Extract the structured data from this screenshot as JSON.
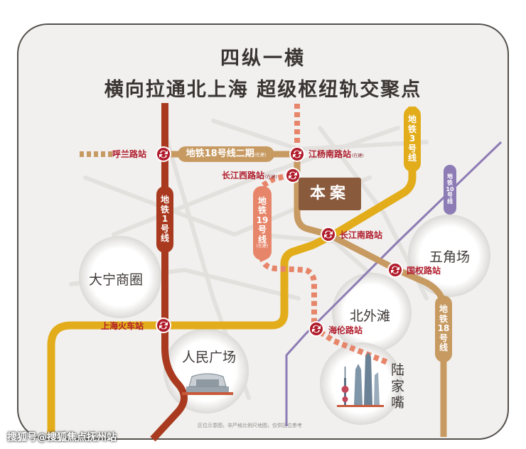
{
  "title": {
    "line1": "四纵一横",
    "line2": "横向拉通北上海  超级枢纽轨交聚点"
  },
  "lines": {
    "line18_phase2": "地铁18号线二期",
    "line18_phase2_note": "(在建)",
    "line3": [
      "地",
      "铁",
      "3",
      "号",
      "线"
    ],
    "line10": [
      "地",
      "铁",
      "10",
      "号",
      "线"
    ],
    "line1": [
      "地",
      "铁",
      "1",
      "号",
      "线"
    ],
    "line19": [
      "地",
      "铁",
      "19",
      "号",
      "线"
    ],
    "line19_note": "(在建)",
    "line18": [
      "地",
      "铁",
      "18",
      "号",
      "线"
    ]
  },
  "stations": {
    "hulan": "呼兰路站",
    "jiangyang_south": "江杨南路站",
    "jiangyang_note": "(在建)",
    "changjiang_west": "长江西路站",
    "changjiang_west_note": "(在建)",
    "changjiang_south": "长江南路站",
    "guoquan": "国权路站",
    "shanghai_railway": "上海火车站",
    "hailun": "海伦路站"
  },
  "project_label": "本案",
  "districts": {
    "daning": "大宁商圈",
    "wujiaochang": "五角场",
    "beiwaitan": "北外滩",
    "renmin": "人民广场",
    "lujiazui": [
      "陆",
      "家",
      "嘴"
    ]
  },
  "disclaimer": "区位示意图，非严格比例尺地图，仅供区位参考",
  "watermark": "搜狐号@搜狐焦点抚州站",
  "colors": {
    "line1": "#a93a1f",
    "line3": "#e2ac1b",
    "line10": "#8d7bb5",
    "line18": "#c79a62",
    "line19": "#e7856a",
    "station_red": "#b01c2c",
    "benan": "#8a5a3c",
    "panel": "#f1f0ee",
    "frame": "#55504c"
  },
  "icons": [
    "transfer-icon",
    "building-icon",
    "skyline-icon"
  ]
}
